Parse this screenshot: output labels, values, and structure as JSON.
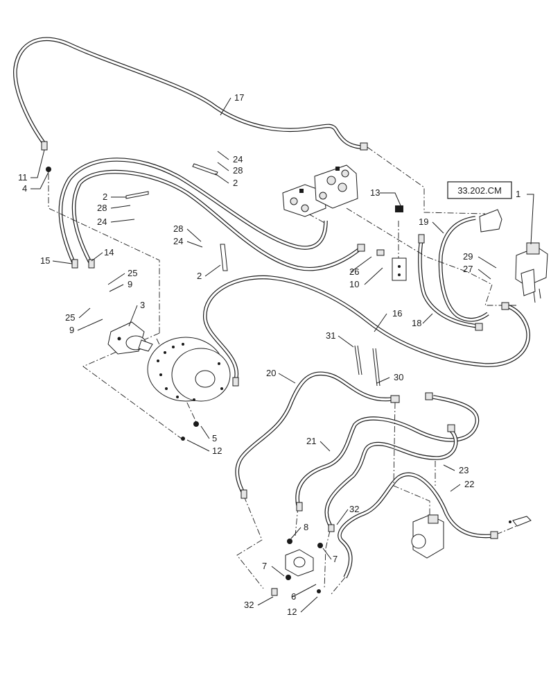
{
  "reference": {
    "text": "33.202.CM"
  },
  "callouts": {
    "c1": "1",
    "c2a": "2",
    "c2b": "2",
    "c2c": "2",
    "c3": "3",
    "c4": "4",
    "c5": "5",
    "c6": "6",
    "c7a": "7",
    "c7b": "7",
    "c8": "8",
    "c9a": "9",
    "c9b": "9",
    "c10": "10",
    "c11": "11",
    "c12a": "12",
    "c12b": "12",
    "c13": "13",
    "c14": "14",
    "c15": "15",
    "c16": "16",
    "c17": "17",
    "c18": "18",
    "c19": "19",
    "c20": "20",
    "c21": "21",
    "c22": "22",
    "c23": "23",
    "c24a": "24",
    "c24b": "24",
    "c24c": "24",
    "c25a": "25",
    "c25b": "25",
    "c26": "26",
    "c27": "27",
    "c28a": "28",
    "c28b": "28",
    "c28c": "28",
    "c29": "29",
    "c30": "30",
    "c31": "31",
    "c32a": "32",
    "c32b": "32"
  }
}
